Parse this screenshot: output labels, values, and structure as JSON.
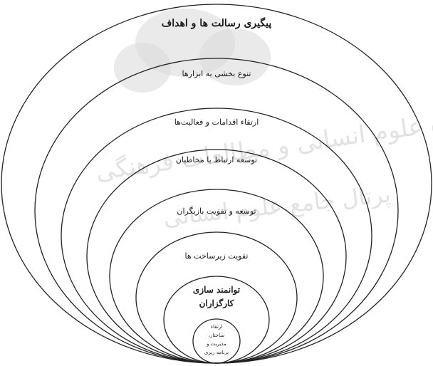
{
  "layers": [
    {
      "label": "پیگیری رسالت ها و اهداف"
    },
    {
      "label": "تنوع بخشی به ابزارها"
    },
    {
      "label": "ارتقاء اقدامات و فعالیت‌ها"
    },
    {
      "label": "توسعه ارتباط با مخاطبان"
    },
    {
      "label": "توسعه و تقویت بازیگران"
    },
    {
      "label": "تقویت زیرساخت ها"
    },
    {
      "label_lines": [
        "توانمند سازی",
        "کارگزاران"
      ]
    },
    {
      "label_lines": [
        "ارتقاء",
        "ساختار،",
        "مدیریت و",
        "برنامه ریزی"
      ]
    }
  ],
  "watermark": {
    "lines": [
      "پژوهشگاه علوم انسانی و مطالعات فرهنگی",
      "پرتال جامع علوم انسانی"
    ]
  }
}
